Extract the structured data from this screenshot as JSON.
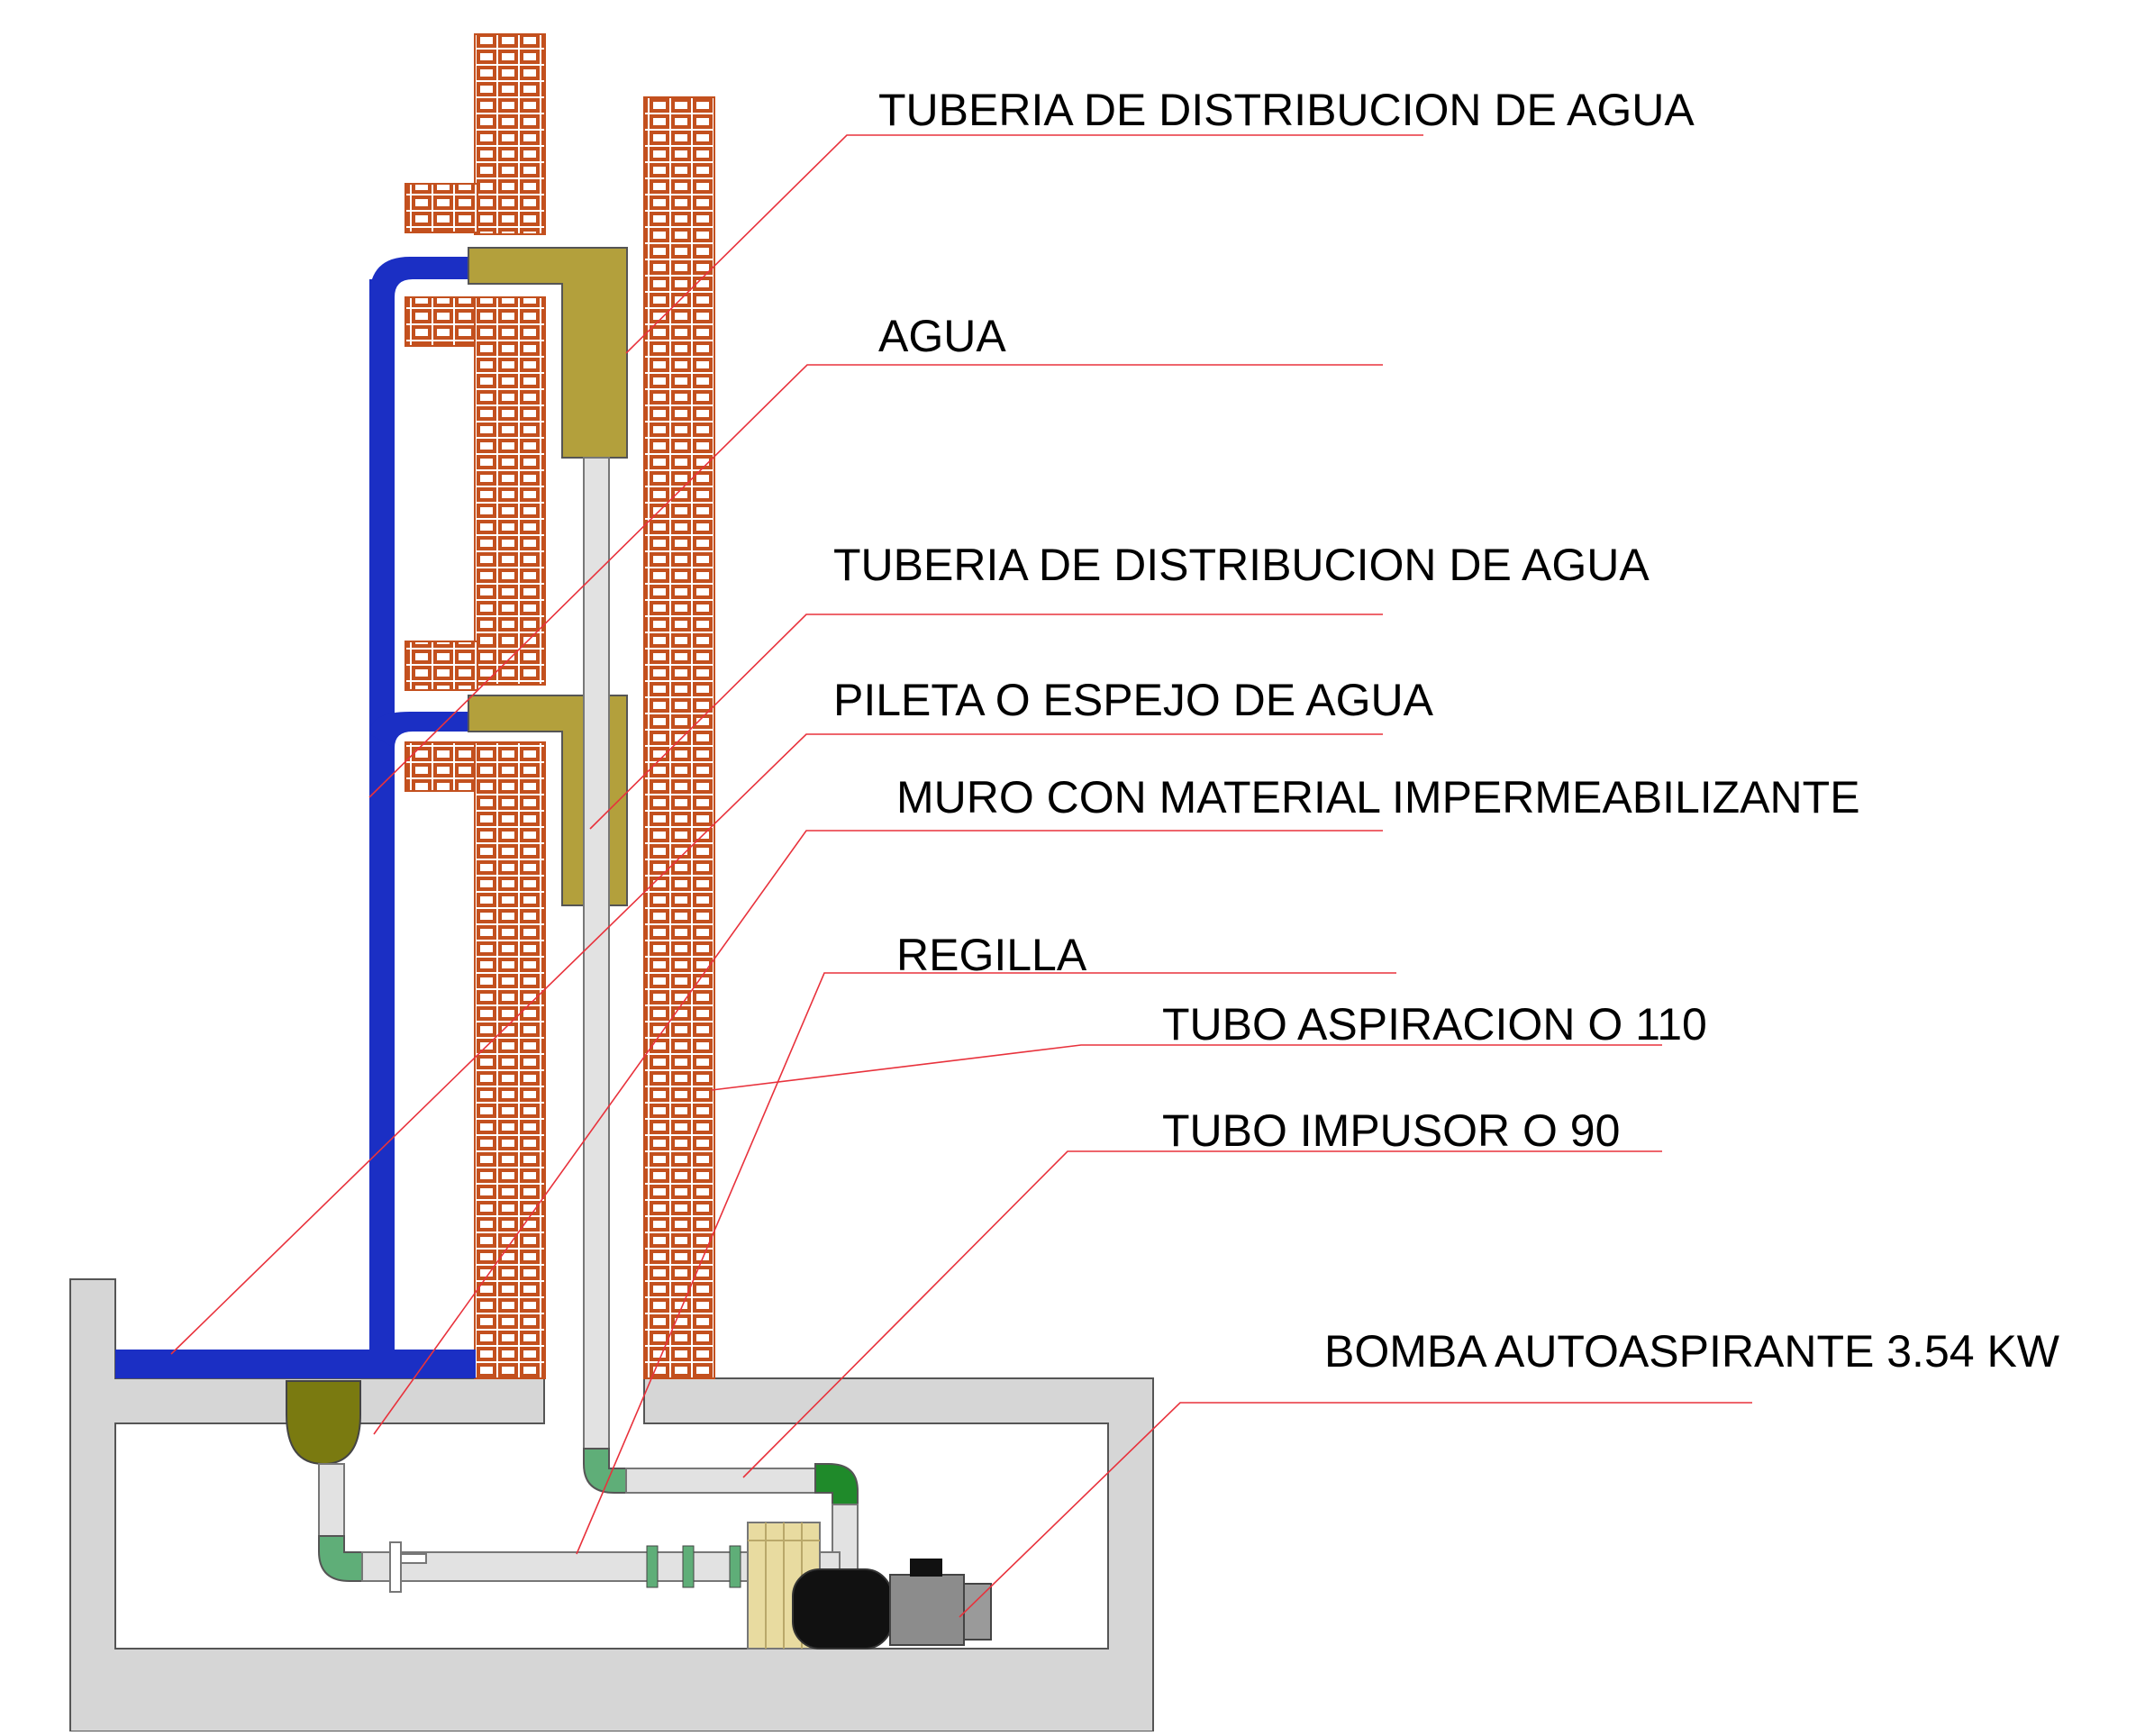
{
  "labels": {
    "pipe_top": "TUBERIA DE DISTRIBUCION DE AGUA",
    "water": "AGUA",
    "pipe_middle": "TUBERIA DE DISTRIBUCION DE AGUA",
    "pool": "PILETA O ESPEJO DE AGUA",
    "wall": "MURO CON MATERIAL IMPERMEABILIZANTE",
    "grille": "REGILLA",
    "suction_pipe": "TUBO ASPIRACION  O 110",
    "discharge_pipe": "TUBO IMPUSOR  O 90",
    "pump": "BOMBA AUTOASPIRANTE 3.54 KW"
  },
  "colors": {
    "leader_line": "#e8323c",
    "water_pipe": "#1b2fc4",
    "spout": "#b3a03c",
    "brick": "#c3501e",
    "brick_mortar": "#ffffff",
    "concrete": "#d6d6d6",
    "pvc_pipe": "#e2e2e2",
    "elbow_light": "#5fae78",
    "elbow_dark": "#1f8a2a",
    "grille": "#7a7a10",
    "motor_body": "#8c8c8c",
    "pump_head": "#111111",
    "wood_base": "#e8dba0"
  }
}
